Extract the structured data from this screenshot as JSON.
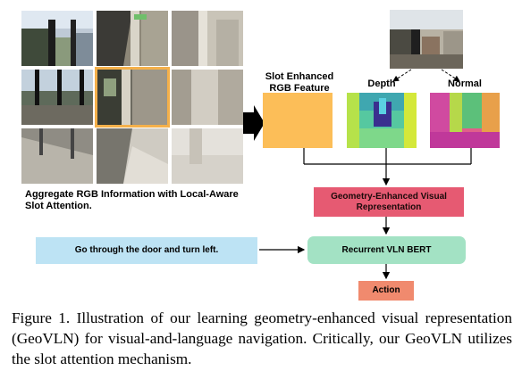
{
  "diagram": {
    "left_caption": "Aggregate RGB Information with Local-Aware Slot Attention.",
    "slot_feature_label": "Slot Enhanced RGB Feature",
    "depth_label": "Depth",
    "normal_label": "Normal",
    "geometry_box": "Geometry-Enhanced Visual Representation",
    "instruction_box": "Go through the door and turn left.",
    "bert_box": "Recurrent VLN BERT",
    "action_box": "Action"
  },
  "colors": {
    "slot_feature": "#fcbe58",
    "highlight_border": "#f4b04a",
    "geometry_box": "#e65a72",
    "instruction_box": "#bde3f4",
    "bert_box": "#a3e2c4",
    "action_box": "#f08a6e"
  },
  "caption": {
    "text": "Figure 1.   Illustration of our learning geometry-enhanced visual representation (GeoVLN) for visual-and-language navigation. Critically, our GeoVLN utilizes the slot attention mechanism."
  }
}
